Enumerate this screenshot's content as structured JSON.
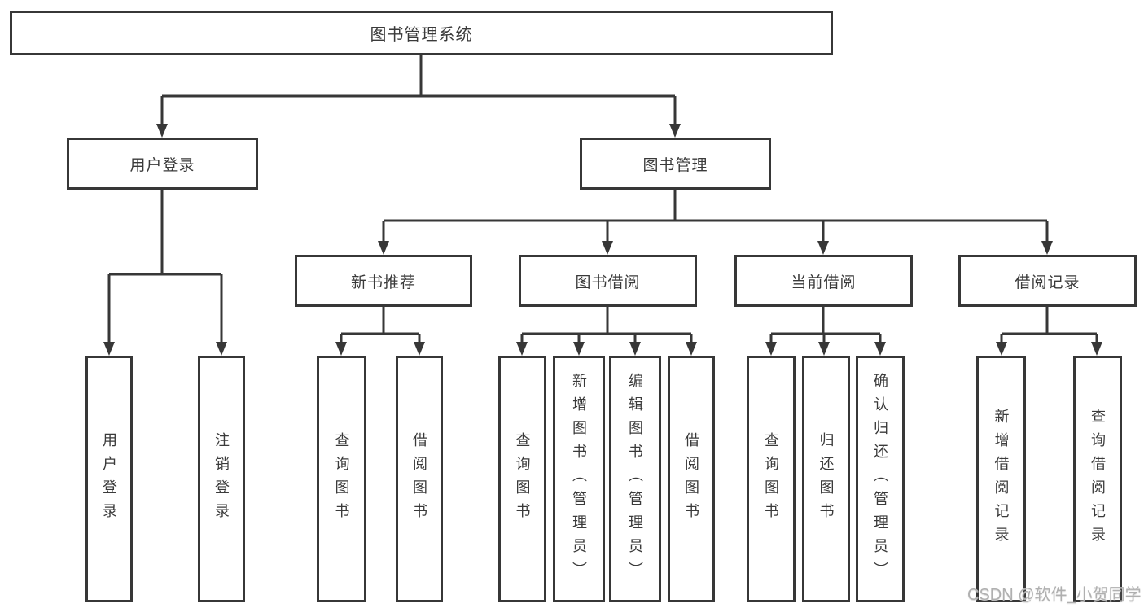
{
  "diagram": {
    "title_note": "library management system functional structure diagram",
    "nodes": {
      "root": {
        "label": "图书管理系统"
      },
      "user_login": {
        "label": "用户登录"
      },
      "book_mgmt": {
        "label": "图书管理"
      },
      "new_book_rec": {
        "label": "新书推荐"
      },
      "book_borrow": {
        "label": "图书借阅"
      },
      "current_borrow": {
        "label": "当前借阅"
      },
      "borrow_record": {
        "label": "借阅记录"
      },
      "user_login_leaf": {
        "label": "用户登录"
      },
      "logout_leaf": {
        "label": "注销登录"
      },
      "query_book_a": {
        "label": "查询图书"
      },
      "borrow_book_a": {
        "label": "借阅图书"
      },
      "query_book_b": {
        "label": "查询图书"
      },
      "add_book_admin": {
        "label": "新增图书（管理员）"
      },
      "edit_book_admin": {
        "label": "编辑图书（管理员）"
      },
      "borrow_book_b": {
        "label": "借阅图书"
      },
      "query_book_c": {
        "label": "查询图书"
      },
      "return_book": {
        "label": "归还图书"
      },
      "confirm_return_admin": {
        "label": "确认归还（管理员）"
      },
      "add_borrow_record": {
        "label": "新增借阅记录"
      },
      "query_borrow_record": {
        "label": "查询借阅记录"
      }
    }
  },
  "colors": {
    "line": "#373737",
    "text": "#3a3a3a",
    "background": "#ffffff",
    "watermark": "#b0b0b0"
  },
  "watermark": {
    "text": "CSDN @软件_小贺同学"
  }
}
